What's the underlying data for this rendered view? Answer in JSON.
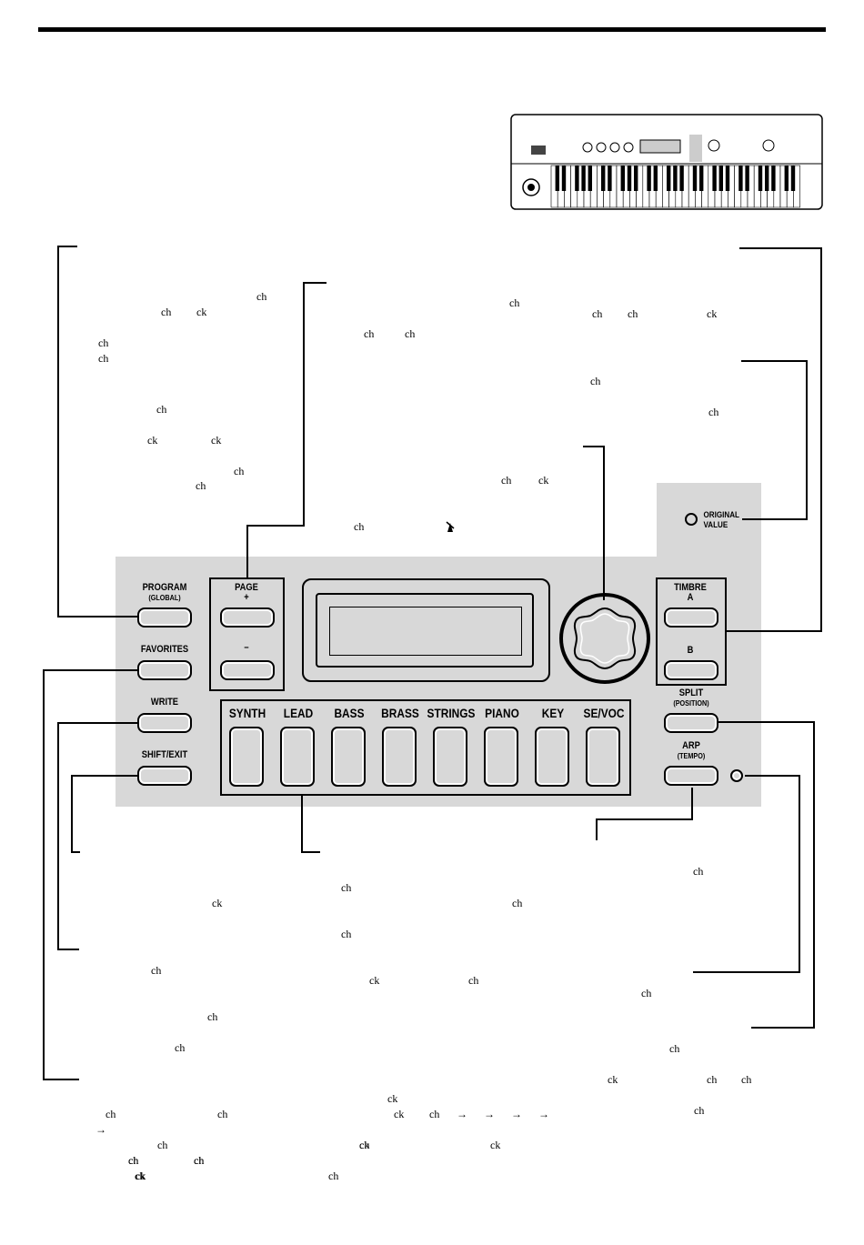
{
  "panel": {
    "buttons": {
      "program": "PROGRAM",
      "program_sub": "(GLOBAL)",
      "favorites": "FAVORITES",
      "write": "WRITE",
      "shift_exit": "SHIFT/EXIT",
      "page": "PAGE",
      "page_plus": "+",
      "page_minus": "–",
      "timbre": "TIMBRE",
      "timbre_a": "A",
      "timbre_b": "B",
      "split": "SPLIT",
      "split_sub": "(POSITION)",
      "arp": "ARP",
      "arp_sub": "(TEMPO)",
      "original_value": "ORIGINAL",
      "original_value_2": "VALUE"
    },
    "categories": [
      "SYNTH",
      "LEAD",
      "BASS",
      "BRASS",
      "STRINGS",
      "PIANO",
      "KEY",
      "SE/VOC"
    ]
  },
  "fragments": [
    "ch",
    "ch",
    "ck",
    "ch",
    "ch",
    "ch",
    "ck",
    "ck",
    "ch",
    "ch",
    "ch",
    "ch",
    "ch",
    "ck",
    "ch",
    "ch",
    "ch",
    "ch",
    "ch",
    "ck",
    "ch",
    "ch",
    "ch",
    "ck",
    "ch",
    "ch",
    "ch",
    "ck",
    "ch",
    "ch",
    "ch",
    "ch",
    "ch",
    "ck",
    "ch",
    "ch",
    "ck",
    "ch",
    "ch",
    "ck",
    "ch",
    "ch",
    "ch",
    "ch",
    "ck",
    "ch",
    "ch",
    "ck",
    "ch",
    "ck",
    "ch",
    "ch",
    "ck"
  ],
  "arrows": [
    "→",
    "→",
    "→",
    "→",
    "→"
  ],
  "icons": {
    "tempo": "metronome-icon",
    "led": "led-icon"
  }
}
